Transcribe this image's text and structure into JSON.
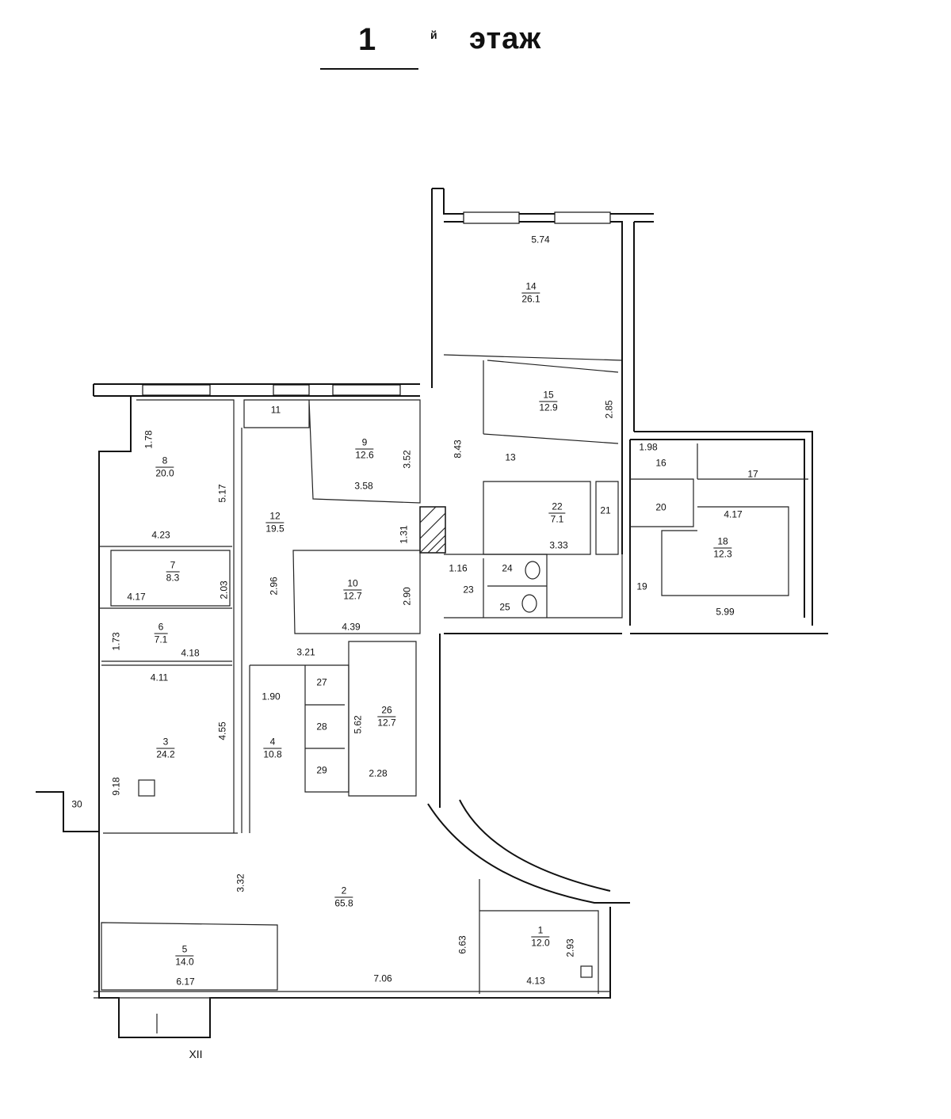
{
  "header": {
    "floor_number": "1",
    "floor_superscript": "й",
    "floor_word": "этаж"
  },
  "rooms": [
    {
      "id": "r14",
      "num": "14",
      "area": "26.1"
    },
    {
      "id": "r15",
      "num": "15",
      "area": "12.9"
    },
    {
      "id": "r9",
      "num": "9",
      "area": "12.6"
    },
    {
      "id": "r8",
      "num": "8",
      "area": "20.0"
    },
    {
      "id": "r12",
      "num": "12",
      "area": "19.5"
    },
    {
      "id": "r22",
      "num": "22",
      "area": "7.1"
    },
    {
      "id": "r18",
      "num": "18",
      "area": "12.3"
    },
    {
      "id": "r7",
      "num": "7",
      "area": "8.3"
    },
    {
      "id": "r10",
      "num": "10",
      "area": "12.7"
    },
    {
      "id": "r6",
      "num": "6",
      "area": "7.1"
    },
    {
      "id": "r26",
      "num": "26",
      "area": "12.7"
    },
    {
      "id": "r4",
      "num": "4",
      "area": "10.8"
    },
    {
      "id": "r3",
      "num": "3",
      "area": "24.2"
    },
    {
      "id": "r2",
      "num": "2",
      "area": "65.8"
    },
    {
      "id": "r1",
      "num": "1",
      "area": "12.0"
    },
    {
      "id": "r5",
      "num": "5",
      "area": "14.0"
    }
  ],
  "small_rooms": [
    "11",
    "13",
    "16",
    "17",
    "20",
    "21",
    "19",
    "23",
    "24",
    "25",
    "27",
    "28",
    "29",
    "30"
  ],
  "dimensions": [
    "5.74",
    "8.43",
    "2.85",
    "1.98",
    "1.78",
    "3.52",
    "5.17",
    "3.58",
    "4.17",
    "1.31",
    "4.23",
    "3.33",
    "2.03",
    "2.96",
    "2.90",
    "1.16",
    "4.17",
    "5.99",
    "1.73",
    "4.18",
    "4.39",
    "3.21",
    "4.11",
    "1.90",
    "5.62",
    "4.55",
    "9.18",
    "2.28",
    "3.32",
    "6.63",
    "2.93",
    "6.17",
    "7.06",
    "4.13"
  ],
  "axis_marker": "XII"
}
